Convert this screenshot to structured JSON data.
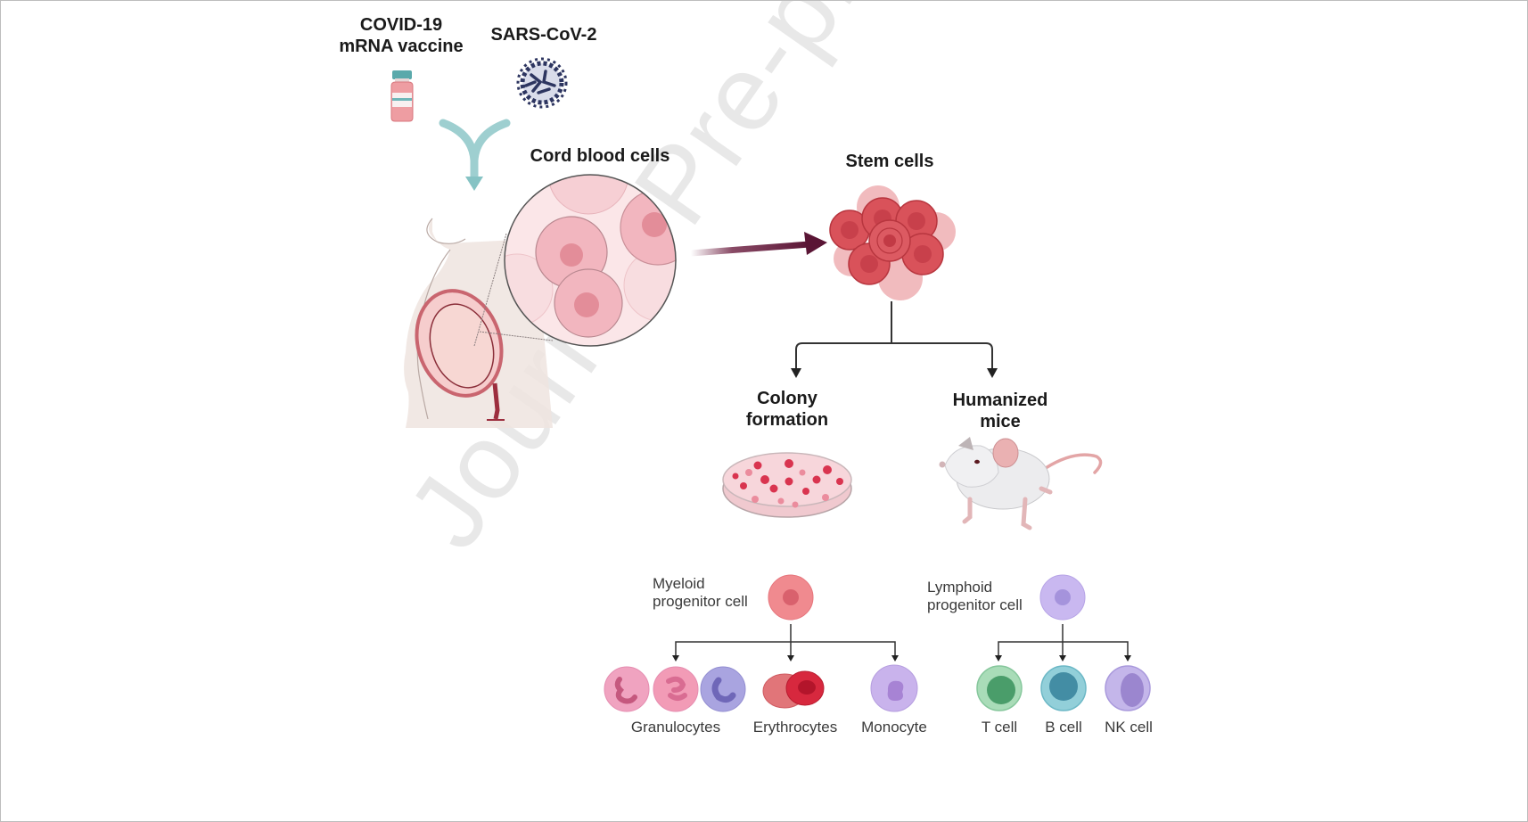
{
  "figure": {
    "watermark": "Journal Pre-proof",
    "inputs": {
      "vaccine_label_line1": "COVID-19",
      "vaccine_label_line2": "mRNA vaccine",
      "virus_label": "SARS-CoV-2"
    },
    "cord_blood": {
      "label": "Cord blood cells"
    },
    "stem_cells": {
      "label": "Stem cells"
    },
    "branches": {
      "colony_line1": "Colony",
      "colony_line2": "formation",
      "mice_line1": "Humanized",
      "mice_line2": "mice"
    },
    "myeloid": {
      "label_line1": "Myeloid",
      "label_line2": "progenitor cell",
      "children": [
        "Granulocytes",
        "Erythrocytes",
        "Monocyte"
      ]
    },
    "lymphoid": {
      "label_line1": "Lymphoid",
      "label_line2": "progenitor cell",
      "children": [
        "T cell",
        "B cell",
        "NK cell"
      ]
    },
    "colors": {
      "teal_arrow": "#9ecfd0",
      "maroon_arrow": "#6b1d3f",
      "stem_red": "#d9525a",
      "cell_pink": "#f2b6bf",
      "myeloid_cell": "#f08a8f",
      "lymphoid_cell": "#c9b8f0",
      "t_cell": "#9fd9b3",
      "b_cell": "#8ccbd6",
      "nk_cell": "#c2b5ea",
      "virus": "#2d3560"
    }
  }
}
